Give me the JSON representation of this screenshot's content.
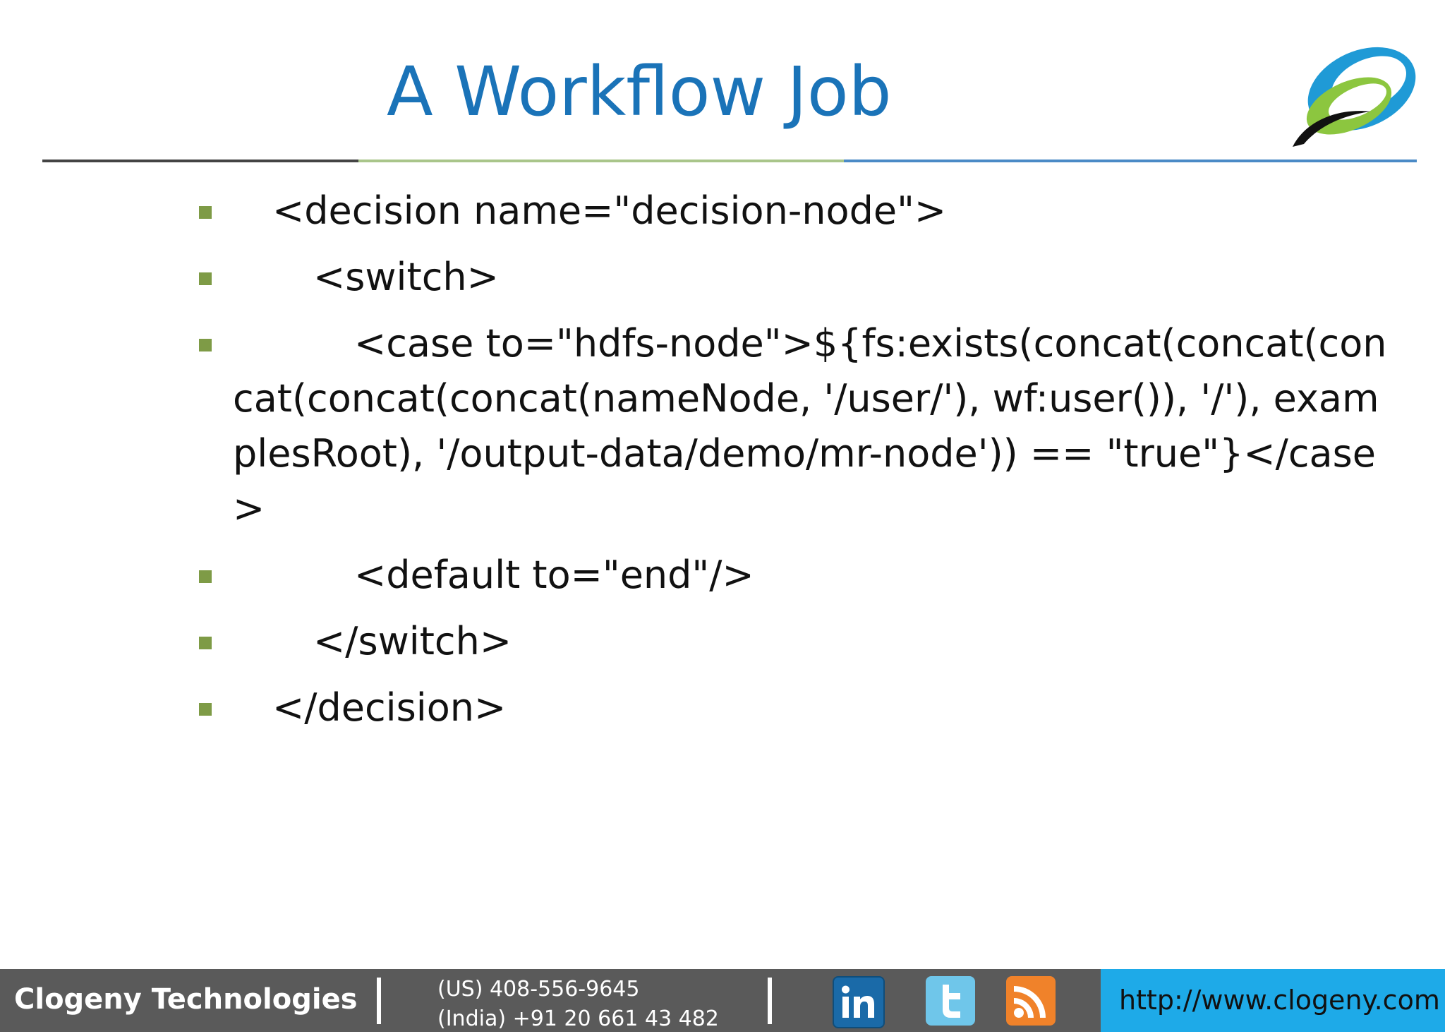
{
  "slide": {
    "title": "A Workflow Job",
    "bullets": [
      "<decision name=\"decision-node\">",
      "<switch>",
      "<case to=\"hdfs-node\">${fs:exists(concat(concat(concat(concat(concat(nameNode, '/user/'), wf:user()), '/'), examplesRoot), '/output-data/demo/mr-node')) == \"true\"}</case>",
      "<default to=\"end\"/>",
      "</switch>",
      "</decision>"
    ]
  },
  "footer": {
    "company": "Clogeny Technologies",
    "phone_us": "(US) 408-556-9645",
    "phone_india": "(India) +91 20 661 43 482",
    "url": "http://www.clogeny.com"
  },
  "icons": {
    "logo": "swoosh-logo",
    "social": [
      "linkedin-icon",
      "twitter-icon",
      "rss-icon"
    ]
  },
  "colors": {
    "title": "#1a73b8",
    "bullet": "#7e9b46",
    "footer_bg": "#5a5a5a",
    "url_bg": "#1eaae8"
  }
}
